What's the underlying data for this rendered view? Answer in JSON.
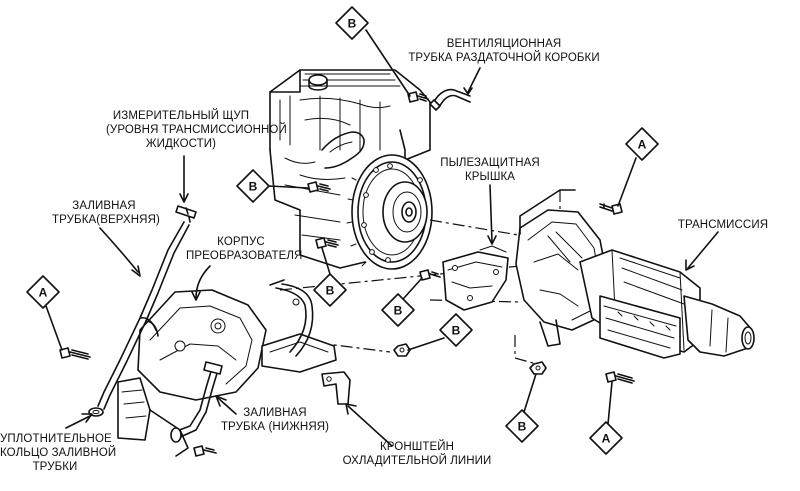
{
  "labels": {
    "vent_tube": [
      "ВЕНТИЛЯЦИОННАЯ",
      "ТРУБКА РАЗДАТОЧНОЙ КОРОБКИ"
    ],
    "dipstick": [
      "ИЗМЕРИТЕЛЬНЫЙ ЩУП",
      "(УРОВНЯ ТРАНСМИССИОННОЙ",
      "ЖИДКОСТИ)"
    ],
    "fill_tube_upper": [
      "ЗАЛИВНАЯ",
      "ТРУБКА(ВЕРХНЯЯ)"
    ],
    "converter_housing": [
      "КОРПУС",
      "ПРЕОБРАЗОВАТЕЛЯ"
    ],
    "dust_cover": [
      "ПЫЛЕЗАЩИТНАЯ",
      "КРЫШКА"
    ],
    "transmission": [
      "ТРАНСМИССИЯ"
    ],
    "fill_tube_lower": [
      "ЗАЛИВНАЯ",
      "ТРУБКА (НИЖНЯЯ)"
    ],
    "seal_ring": [
      "УПЛОТНИТЕЛЬНОЕ",
      "КОЛЬЦО ЗАЛИВНОЙ",
      "ТРУБКИ"
    ],
    "cooler_bracket": [
      "КРОНШТЕЙН",
      "ОХЛАДИТЕЛЬНОЙ ЛИНИИ"
    ]
  },
  "callouts": {
    "a": "A",
    "b": "B"
  }
}
